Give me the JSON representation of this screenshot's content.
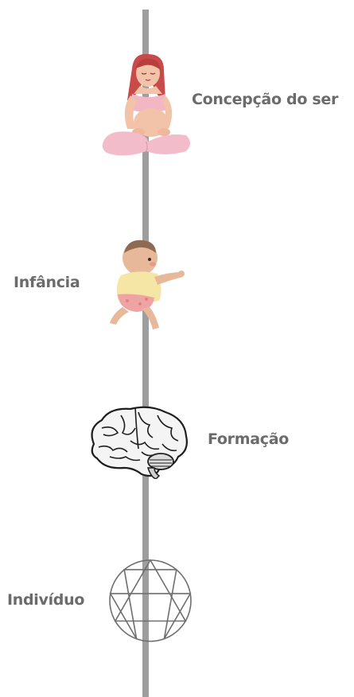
{
  "timeline": {
    "stages": [
      {
        "label": "Concepção do ser",
        "icon": "pregnant-woman-icon"
      },
      {
        "label": "Infância",
        "icon": "baby-crawling-icon"
      },
      {
        "label": "Formação",
        "icon": "brain-icon"
      },
      {
        "label": "Indivíduo",
        "icon": "enneagram-icon"
      }
    ],
    "colors": {
      "line": "#9e9e9e",
      "text": "#6b6b6b"
    }
  }
}
